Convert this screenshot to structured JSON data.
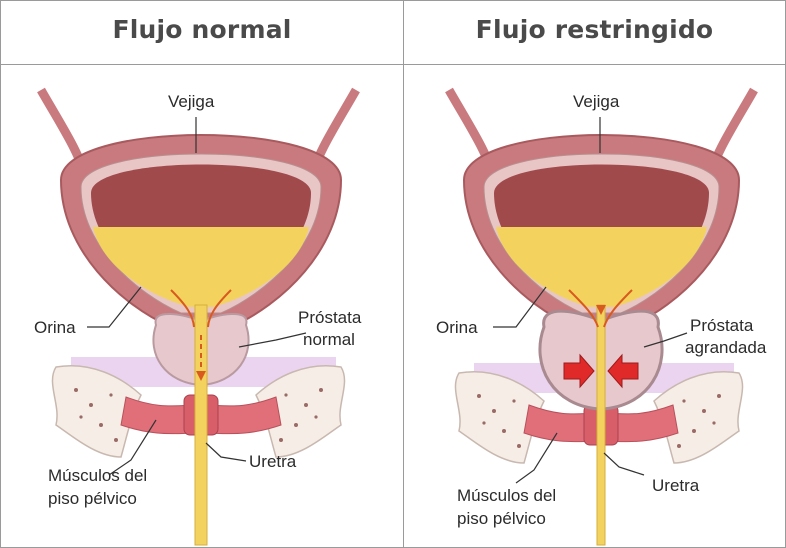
{
  "panels": [
    {
      "title": "Flujo normal",
      "labels": {
        "bladder": "Vejiga",
        "urine": "Orina",
        "prostate_line1": "Próstata",
        "prostate_line2": "normal",
        "muscles_line1": "Músculos del",
        "muscles_line2": "piso pélvico",
        "urethra": "Uretra"
      }
    },
    {
      "title": "Flujo restringido",
      "labels": {
        "bladder": "Vejiga",
        "urine": "Orina",
        "prostate_line1": "Próstata",
        "prostate_line2": "agrandada",
        "muscles_line1": "Músculos del",
        "muscles_line2": "piso pélvico",
        "urethra": "Uretra"
      }
    }
  ],
  "colors": {
    "bladder_wall": "#c97a7e",
    "bladder_inner": "#a04a4c",
    "urine": "#f3d35e",
    "prostate": "#e7c8cd",
    "pelvic_muscle": "#e06f7a",
    "bone": "#f6eee6",
    "pelvic_floor": "#ead4f0",
    "flow_arrow": "#d95a1e",
    "compression_arrow": "#e02a2a"
  },
  "icons": [
    "compression-arrow-icon"
  ]
}
